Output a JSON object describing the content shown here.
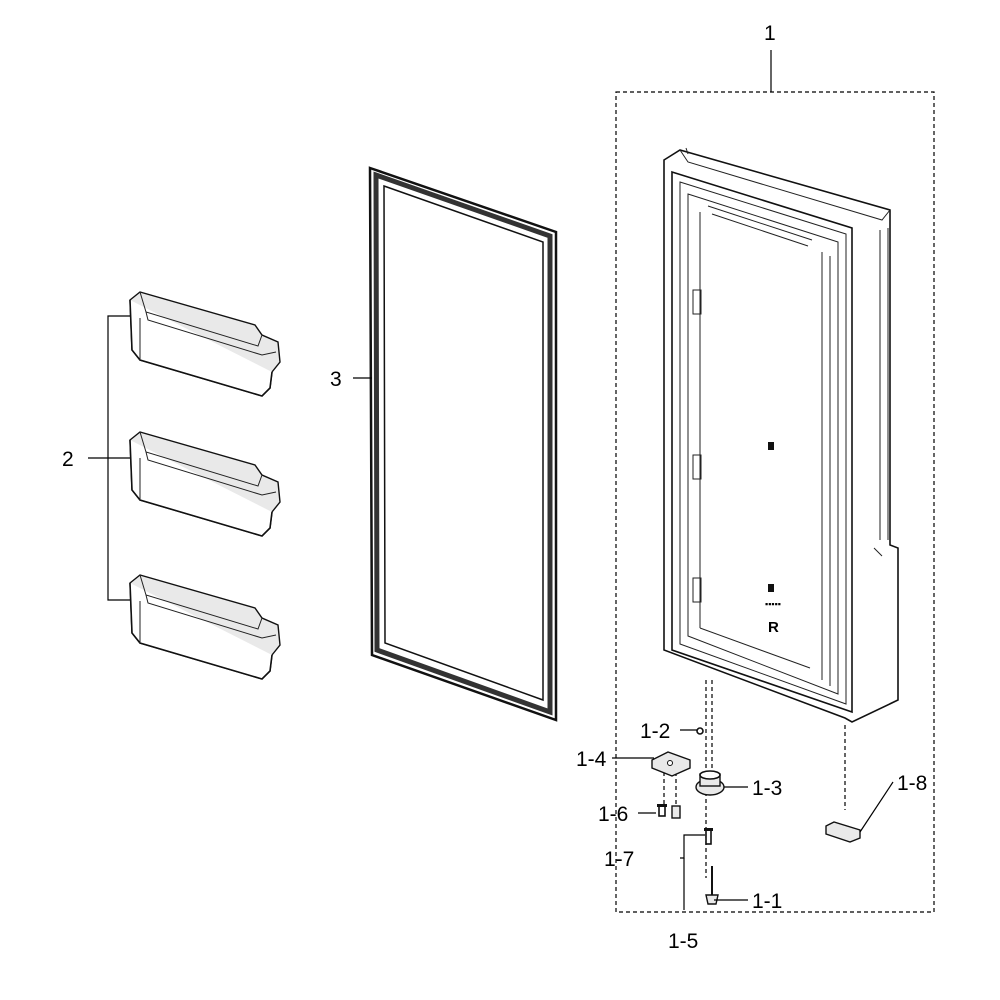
{
  "callouts": {
    "door_assembly": "1",
    "door_shelves": "2",
    "gasket": "3",
    "sub_1_1": "1-1",
    "sub_1_2": "1-2",
    "sub_1_3": "1-3",
    "sub_1_4": "1-4",
    "sub_1_5": "1-5",
    "sub_1_6": "1-6",
    "sub_1_7": "1-7",
    "sub_1_8": "1-8"
  },
  "door_markings": {
    "side_letter": "R"
  }
}
